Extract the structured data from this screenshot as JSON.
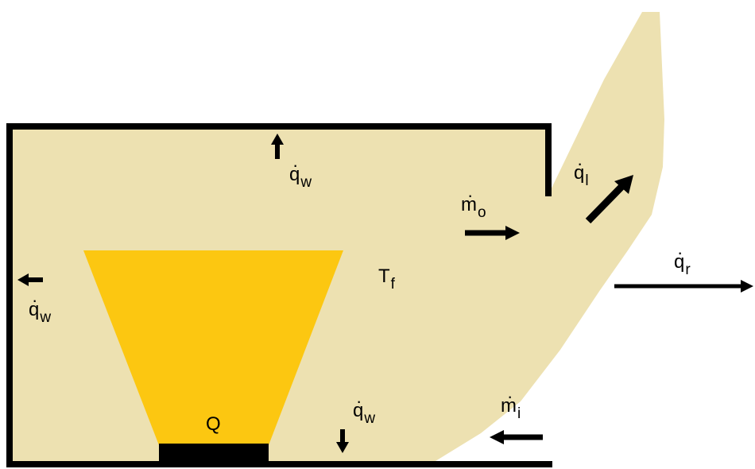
{
  "labels": {
    "qw_top": {
      "base": "q",
      "sub": "w"
    },
    "qw_left": {
      "base": "q",
      "sub": "w"
    },
    "qw_bottom": {
      "base": "q",
      "sub": "w"
    },
    "mo": {
      "base": "m",
      "sub": "o"
    },
    "ql": {
      "base": "q",
      "sub": "l"
    },
    "qr": {
      "base": "q",
      "sub": "r"
    },
    "mi": {
      "base": "m",
      "sub": "i"
    },
    "tf": {
      "base": "T",
      "sub": "f"
    },
    "q_source": "Q"
  },
  "colors": {
    "gas": "#ede1b1",
    "fire": "#fcc711",
    "wall": "#000000",
    "background": "#ffffff"
  }
}
